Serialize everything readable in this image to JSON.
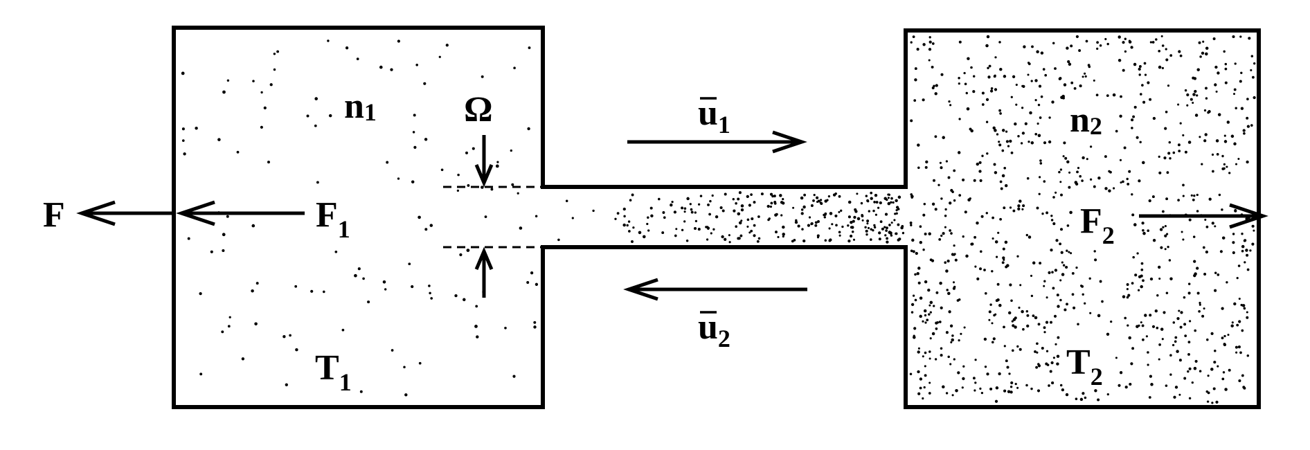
{
  "labels": {
    "force_total": "F",
    "force_1": {
      "main": "F",
      "sub": "1"
    },
    "force_2": {
      "main": "F",
      "sub": "2"
    },
    "density_1": {
      "main": "n",
      "sub": "1"
    },
    "density_2": {
      "main": "n",
      "sub": "2"
    },
    "temperature_1": {
      "main": "T",
      "sub": "1"
    },
    "temperature_2": {
      "main": "T",
      "sub": "2"
    },
    "aperture": "Ω",
    "velocity_1": {
      "main": "u",
      "sub": "1"
    },
    "velocity_2": {
      "main": "u",
      "sub": "2"
    }
  },
  "colors": {
    "ink": "#000000",
    "paper": "#ffffff"
  }
}
